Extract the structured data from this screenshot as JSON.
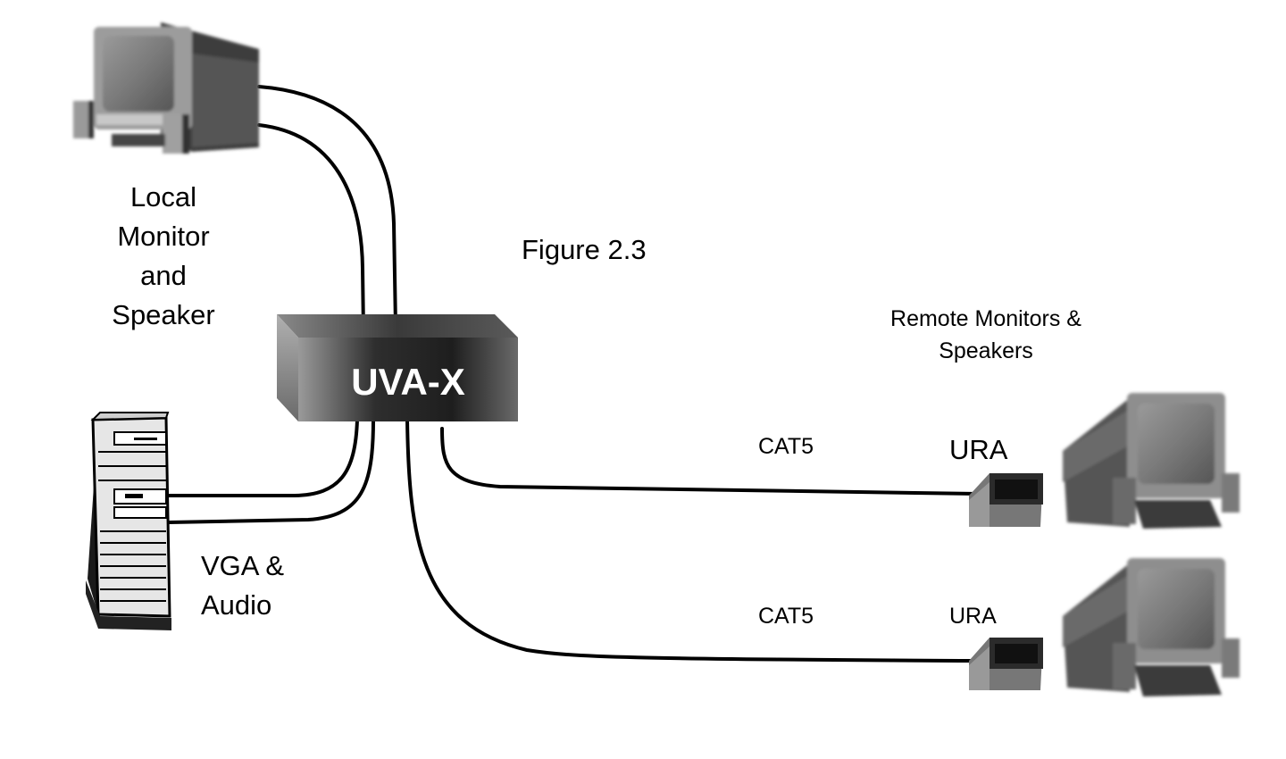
{
  "figure_caption": "Figure 2.3",
  "device_label": "UVA-X",
  "local_monitor_label": [
    "Local",
    "Monitor",
    "and",
    "Speaker"
  ],
  "remote_label": [
    "Remote Monitors &",
    "Speakers"
  ],
  "vga_audio_label": [
    "VGA &",
    "Audio"
  ],
  "links": [
    {
      "cable_label": "CAT5",
      "receiver_label": "URA"
    },
    {
      "cable_label": "CAT5",
      "receiver_label": "URA"
    }
  ],
  "icons": [
    "monitor-with-speakers-icon",
    "tower-computer-icon",
    "ura-receiver-icon"
  ]
}
